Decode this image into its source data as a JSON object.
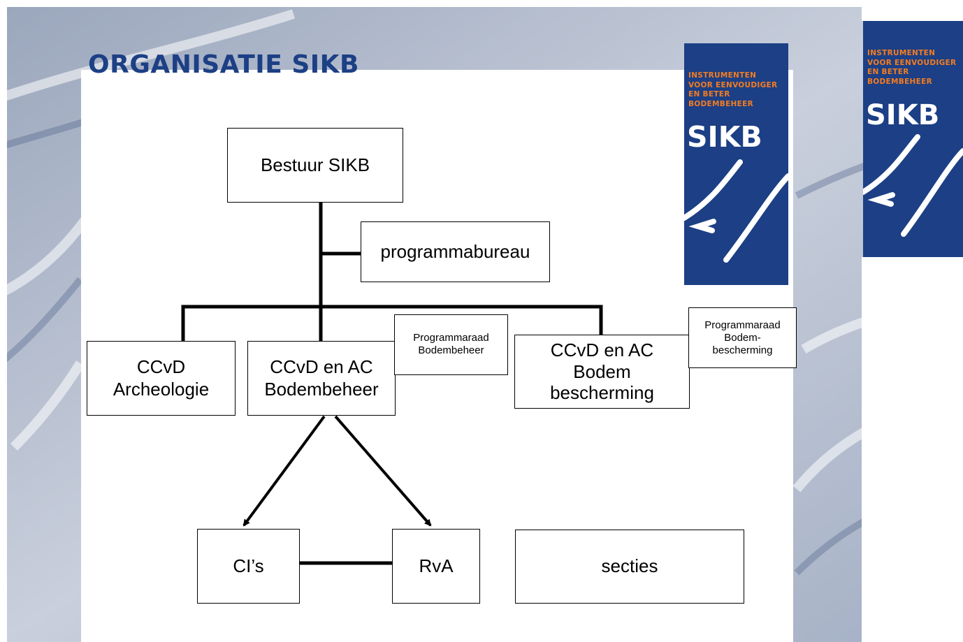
{
  "title": "ORGANISATIE SIKB",
  "logo": {
    "tagline": [
      "INSTRUMENTEN",
      "VOOR EENVOUDIGER",
      "EN BETER",
      "BODEMBEHEER"
    ],
    "mark": "SIKB",
    "color": "#1c3f85",
    "tagline_color": "#f47c20"
  },
  "org": {
    "board": "Bestuur SIKB",
    "program_office": "programmabureau",
    "ccvd_archeologie": "CCvD\nArcheologie",
    "ccvd_bodembeheer": "CCvD en AC\nBodembeheer",
    "programmaraad_bodembeheer": "Programmaraad\nBodembeheer",
    "ccvd_bodembescherming": "CCvD en AC\nBodem\nbescherming",
    "programmaraad_bodembescherming": "Programmaraad\nBodem-\nbescherming",
    "cis": "CI’s",
    "rva": "RvA",
    "secties": "secties"
  }
}
